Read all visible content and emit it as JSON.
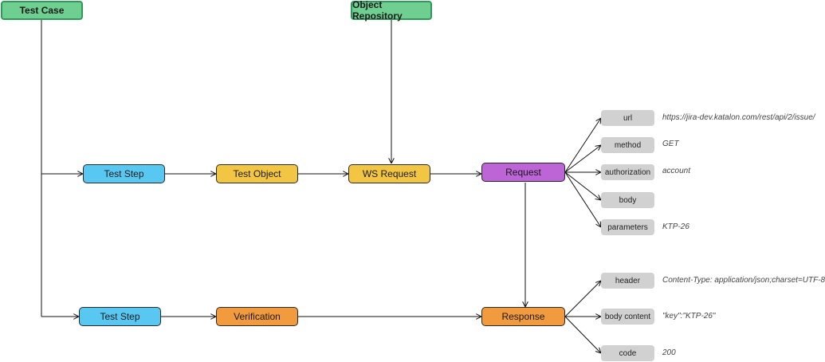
{
  "nodes": {
    "test_case": "Test Case",
    "object_repository": "Object Repository",
    "test_step_1": "Test Step",
    "test_object": "Test Object",
    "ws_request": "WS Request",
    "request": "Request",
    "test_step_2": "Test Step",
    "verification": "Verification",
    "response": "Response"
  },
  "request_props": [
    {
      "name": "url",
      "value": "https://jira-dev.katalon.com/rest/api/2/issue/"
    },
    {
      "name": "method",
      "value": "GET"
    },
    {
      "name": "authorization",
      "value": "account"
    },
    {
      "name": "body",
      "value": ""
    },
    {
      "name": "parameters",
      "value": "KTP-26"
    }
  ],
  "response_props": [
    {
      "name": "header",
      "value": "Content-Type: application/json;charset=UTF-8"
    },
    {
      "name": "body content",
      "value": "\"key\":\"KTP-26\""
    },
    {
      "name": "code",
      "value": "200"
    }
  ],
  "colors": {
    "root": "#6fcf91",
    "test_step": "#58c8f2",
    "test_object": "#f2c642",
    "verification": "#f29a3e",
    "request": "#bd64d6",
    "property": "#d1d1d1"
  }
}
